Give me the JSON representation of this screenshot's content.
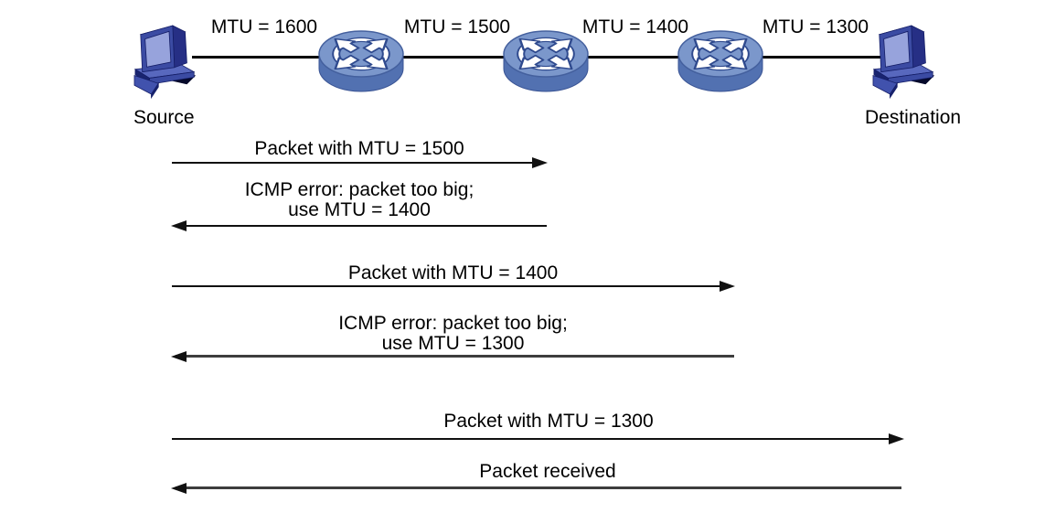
{
  "topology": {
    "source_label": "Source",
    "destination_label": "Destination",
    "link_mtu_labels": [
      "MTU = 1600",
      "MTU = 1500",
      "MTU = 1400",
      "MTU = 1300"
    ],
    "icons": {
      "host": "desktop-computer-icon",
      "router": "router-cylinder-icon"
    }
  },
  "sequence": {
    "messages": [
      {
        "direction": "right",
        "lines": [
          "Packet with MTU = 1500"
        ]
      },
      {
        "direction": "left",
        "lines": [
          "ICMP error: packet too big;",
          "use MTU = 1400"
        ]
      },
      {
        "direction": "right",
        "lines": [
          "Packet with MTU = 1400"
        ]
      },
      {
        "direction": "left",
        "lines": [
          "ICMP error: packet too big;",
          "use MTU = 1300"
        ]
      },
      {
        "direction": "right",
        "lines": [
          "Packet with MTU = 1300"
        ]
      },
      {
        "direction": "left",
        "lines": [
          "Packet received"
        ]
      }
    ]
  },
  "colors": {
    "background": "#ffffff",
    "link_line": "#000000",
    "arrow_black": "#101010",
    "arrow_gray": "#3d3d3d",
    "router_top": "#7b97cb",
    "router_side": "#5271b1",
    "computer_front": "#3b4ba3",
    "computer_screen": "#97a3dc",
    "computer_dark": "#262f85"
  }
}
